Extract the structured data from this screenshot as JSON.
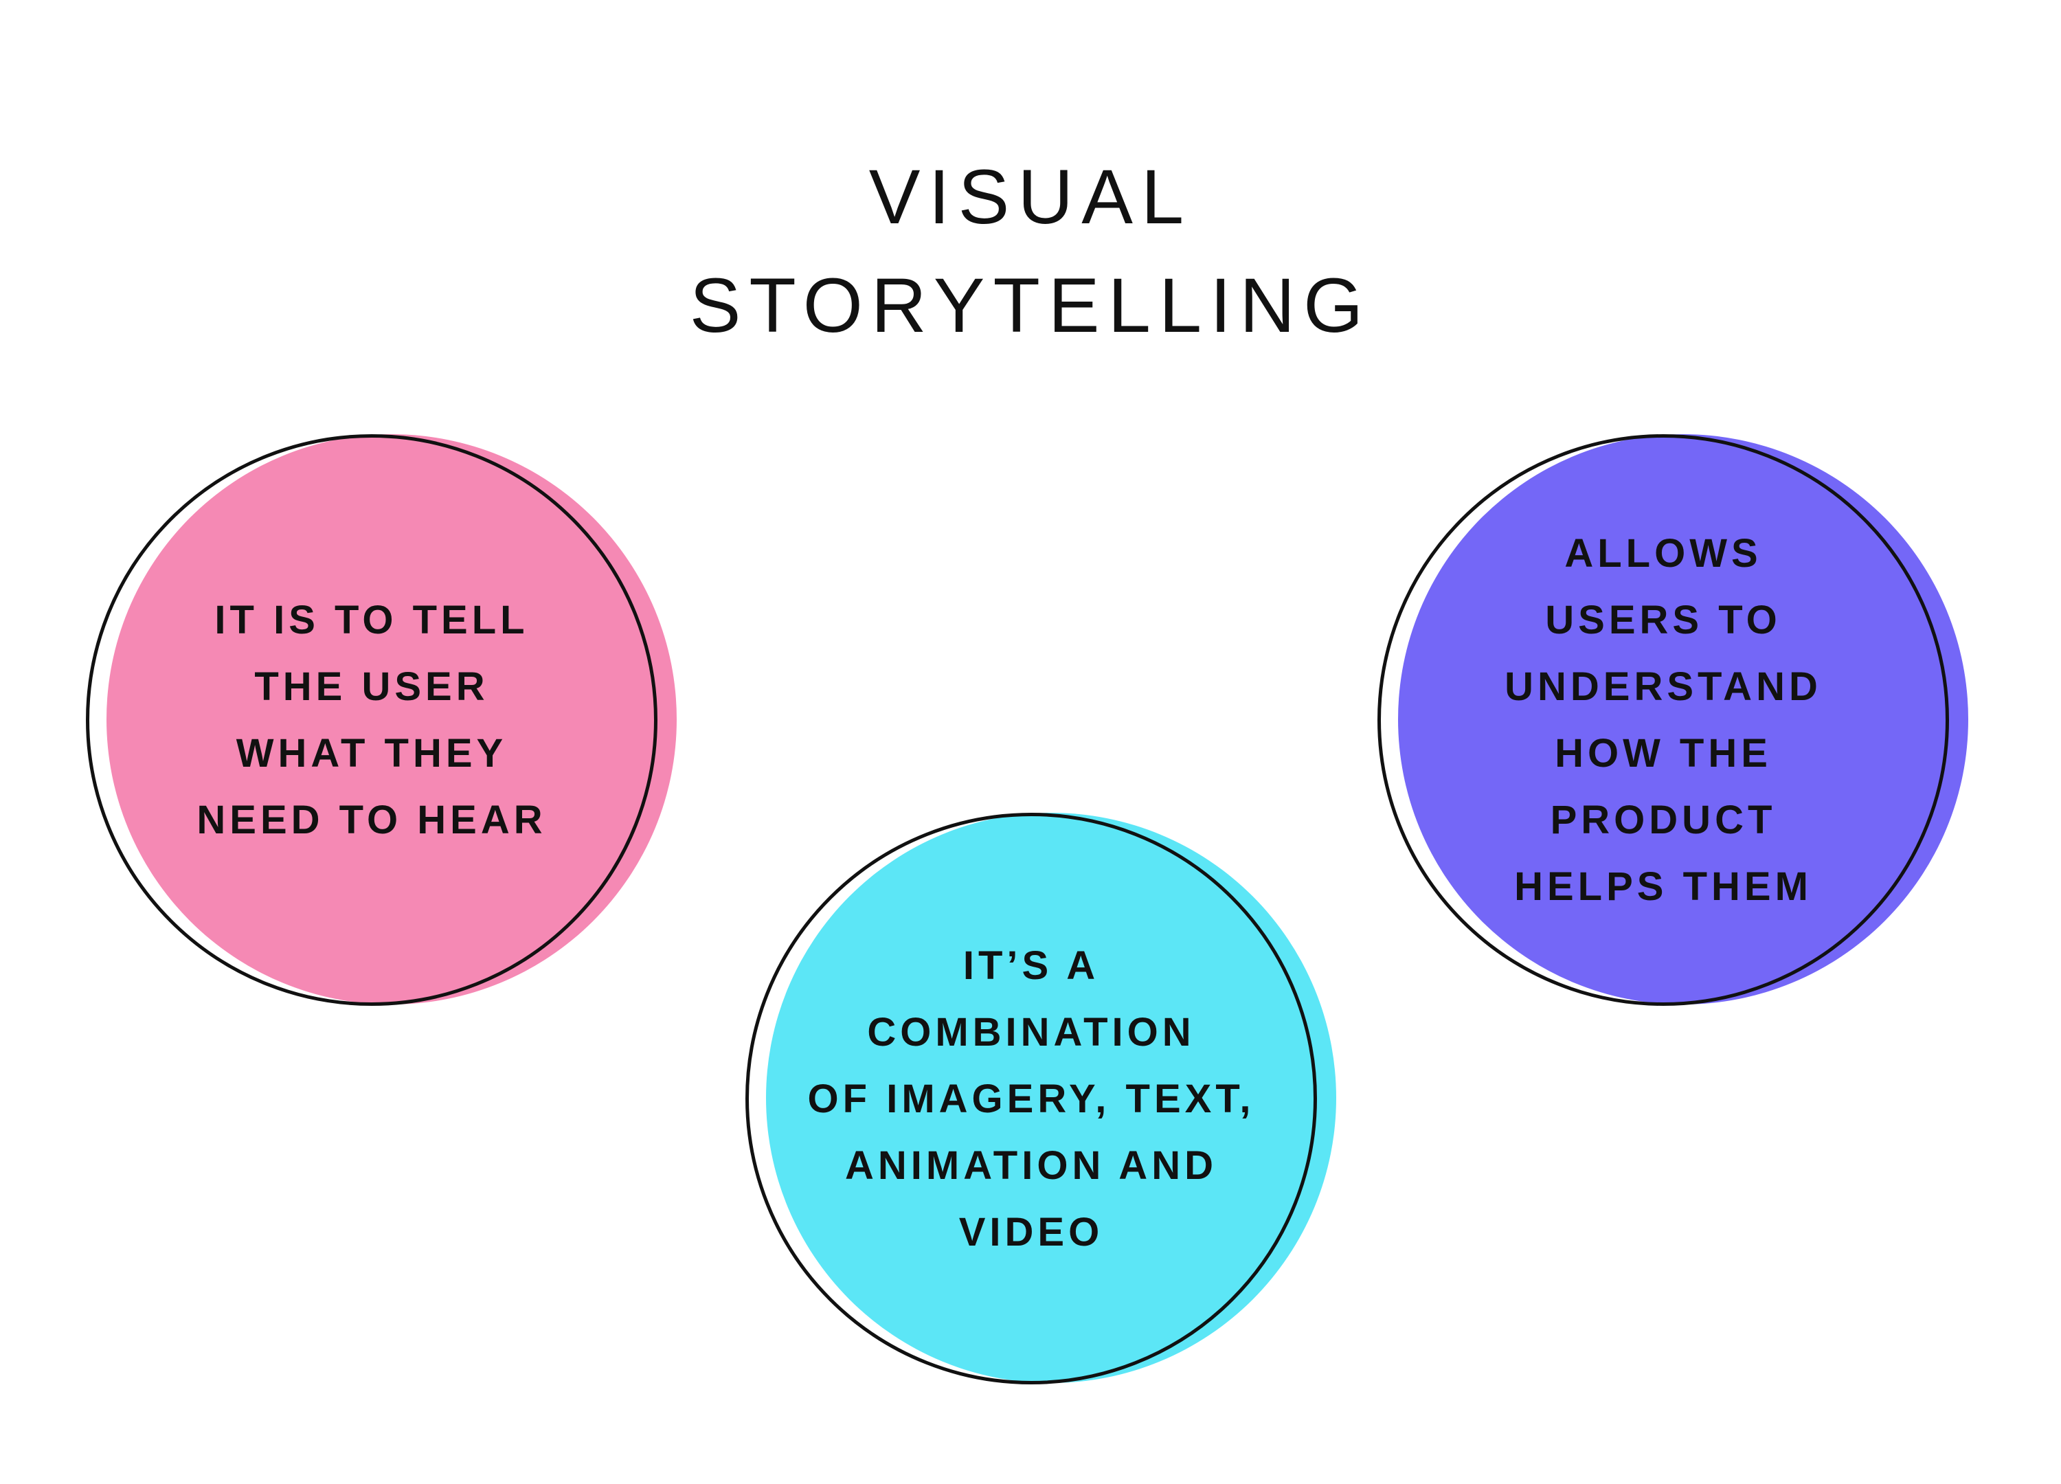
{
  "title": {
    "line1": "VISUAL",
    "line2": "STORYTELLING"
  },
  "circles": [
    {
      "color": "#f589b4",
      "lines": [
        "IT IS TO TELL",
        "THE USER",
        "WHAT THEY",
        "NEED TO HEAR"
      ]
    },
    {
      "color": "#5ce6f6",
      "lines": [
        "IT’S A",
        "COMBINATION",
        "OF IMAGERY, TEXT,",
        "ANIMATION AND",
        "VIDEO"
      ]
    },
    {
      "color": "#7467f7",
      "lines": [
        "ALLOWS",
        "USERS TO",
        "UNDERSTAND",
        "HOW THE",
        "PRODUCT",
        "HELPS THEM"
      ]
    }
  ]
}
